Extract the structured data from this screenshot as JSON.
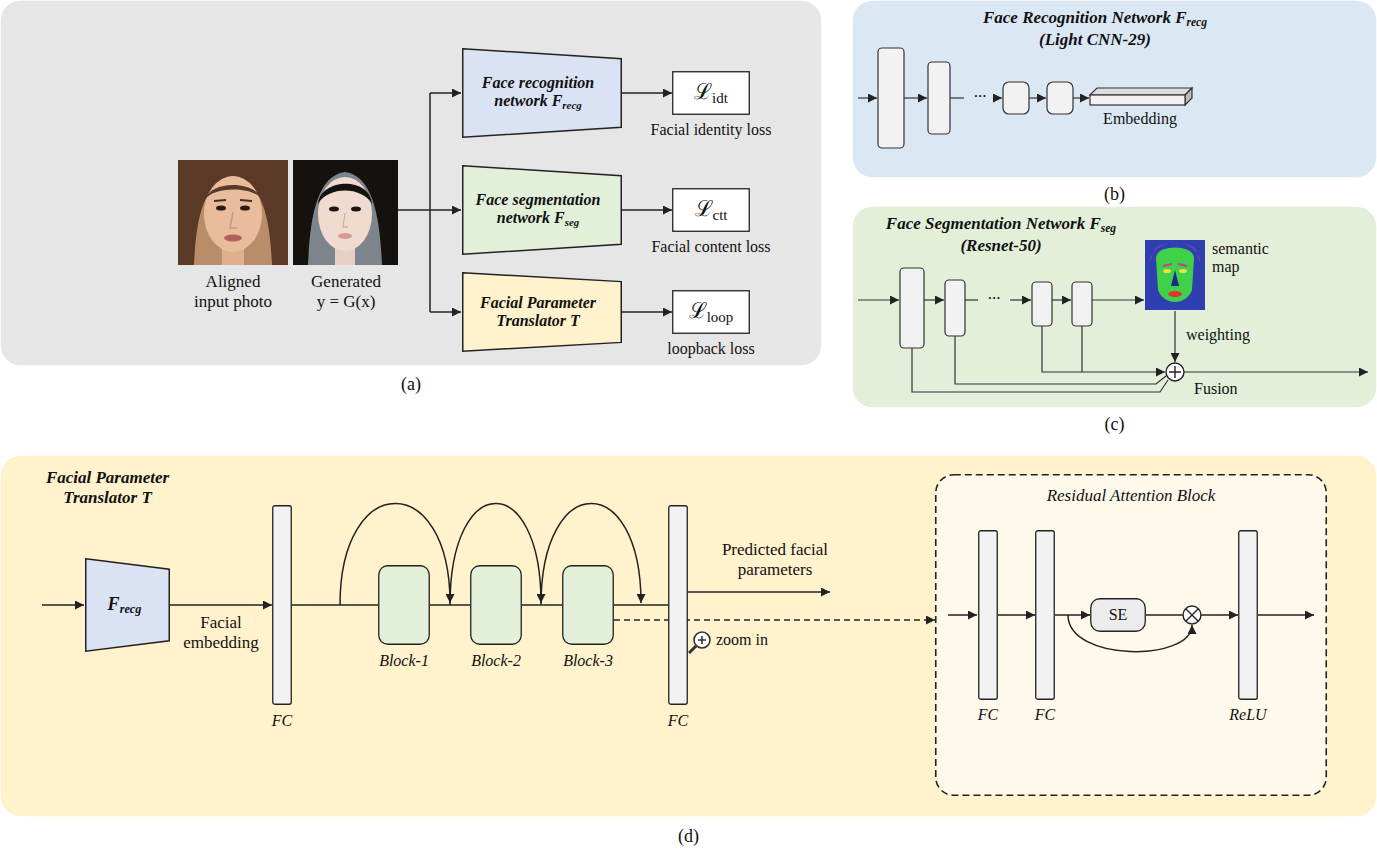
{
  "diagram": {
    "nodes": [
      {
        "text": [
          "(a)"
        ]
      },
      {
        "text": [
          "Face recognition network F",
          "recg"
        ],
        "in": 0
      },
      {
        "text": [
          "ℒ",
          "idt",
          "Facial identity loss"
        ],
        "in": 0
      },
      {
        "text": [
          "Face segmentation network F",
          "seg"
        ],
        "in": 0
      },
      {
        "text": [
          "ℒ",
          "ctt",
          "Facial content loss"
        ],
        "in": 0
      },
      {
        "text": [
          "Facial Parameter Translator T"
        ],
        "in": 0
      },
      {
        "text": [
          "ℒ",
          "loop",
          "loopback loss"
        ],
        "in": 0
      },
      {
        "text": [
          "Face Recognition Network F",
          "recg",
          "(Light CNN-29)",
          "(b)"
        ]
      },
      {
        "text": [
          "Face Segmentation Network F",
          "seg",
          "(Resnet-50)",
          "(c)"
        ]
      },
      {
        "text": [
          "Facial Parameter Translator T",
          "(d)"
        ]
      },
      {
        "text": [
          "F",
          "recg"
        ],
        "in": 9
      },
      {
        "text": [
          "FC"
        ],
        "in": 9
      },
      {
        "text": [
          "Block-1"
        ],
        "in": 9
      },
      {
        "text": [
          "Block-2"
        ],
        "in": 9
      },
      {
        "text": [
          "Block-3"
        ],
        "in": 9
      },
      {
        "text": [
          "FC"
        ],
        "in": 9
      },
      {
        "text": [
          "Residual Attention Block"
        ],
        "in": 9
      },
      {
        "text": [
          "FC"
        ],
        "in": 16
      },
      {
        "text": [
          "FC"
        ],
        "in": 16
      },
      {
        "text": [
          "SE"
        ],
        "in": 16
      },
      {
        "text": [
          "ReLU"
        ],
        "in": 16
      }
    ],
    "edges": [
      {
        "from": 1,
        "to": 2,
        "arrow": "to"
      },
      {
        "from": 3,
        "to": 4,
        "arrow": "to"
      },
      {
        "from": 5,
        "to": 6,
        "arrow": "to"
      },
      {
        "from": 10,
        "to": 11,
        "arrow": "to",
        "label": "Facial embedding"
      },
      {
        "from": 11,
        "to": 12,
        "arrow": "none"
      },
      {
        "from": 12,
        "to": 13,
        "arrow": "none"
      },
      {
        "from": 13,
        "to": 14,
        "arrow": "none"
      },
      {
        "from": 14,
        "to": 15,
        "arrow": "none"
      },
      {
        "from": 14,
        "to": 16,
        "arrow": "to"
      },
      {
        "from": 17,
        "to": 18,
        "arrow": "to"
      },
      {
        "from": 18,
        "to": 19,
        "arrow": "to"
      },
      {
        "from": 19,
        "to": 20,
        "arrow": "to"
      }
    ],
    "labels": [
      "Aligned input photo",
      "Generated y = G(x)",
      "...",
      "Embedding",
      "...",
      "semantic map",
      "weighting",
      "Fusion",
      "Predicted facial parameters",
      "zoom in"
    ]
  }
}
